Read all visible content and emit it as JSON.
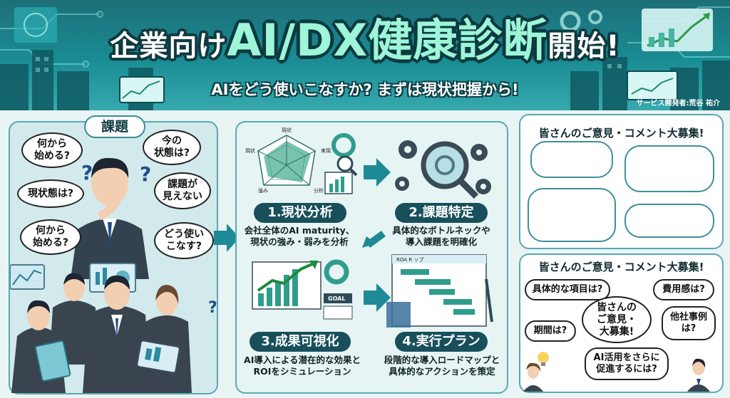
{
  "header": {
    "title_prefix": "企業向け",
    "title_main": "AI/DX健康診断",
    "title_suffix": "開始!",
    "subtitle": "AIをどう使いこなすか? まずは現状把握から!",
    "author": "サービス開発者:荒谷 祐介"
  },
  "issues": {
    "label": "課題",
    "bubbles": [
      "何から\n始める?",
      "今の\n状態は?",
      "課題が\n見えない",
      "現状態は?",
      "何から\n始める?",
      "どう使い\nこなす?"
    ],
    "question_mark": "?"
  },
  "steps": [
    {
      "label": "1.現状分析",
      "desc": "会社全体のAI maturity、\n現状の強み・弱みを分析",
      "radar_labels": [
        "現状",
        "実現",
        "分析",
        "強み",
        "現状"
      ]
    },
    {
      "label": "2.課題特定",
      "desc": "具体的なボトルネックや\n導入課題を明確化"
    },
    {
      "label": "3.成果可視化",
      "desc": "AI導入による潜在的な効果と\nROIをシミュレーション",
      "goal": "GOAL"
    },
    {
      "label": "4.実行プラン",
      "desc": "段階的な導入ロードマップと\n具体的なアクションを策定",
      "roadmap": "ROA R ップ"
    }
  ],
  "comments_top": {
    "title": "皆さんのご意見・コメント大募集!"
  },
  "comments_bottom": {
    "title": "皆さんのご意見・コメント大募集!",
    "center": "皆さんの\nご意見・\n大募集!",
    "bubbles": [
      "具体的な項目は?",
      "費用感は?",
      "期間は?",
      "他社事例\nは?",
      "AI活用をさらに\n促進するには?"
    ]
  },
  "colors": {
    "teal_dark": "#184f5b",
    "teal": "#1a8c94",
    "accent": "#9ef5d8"
  }
}
